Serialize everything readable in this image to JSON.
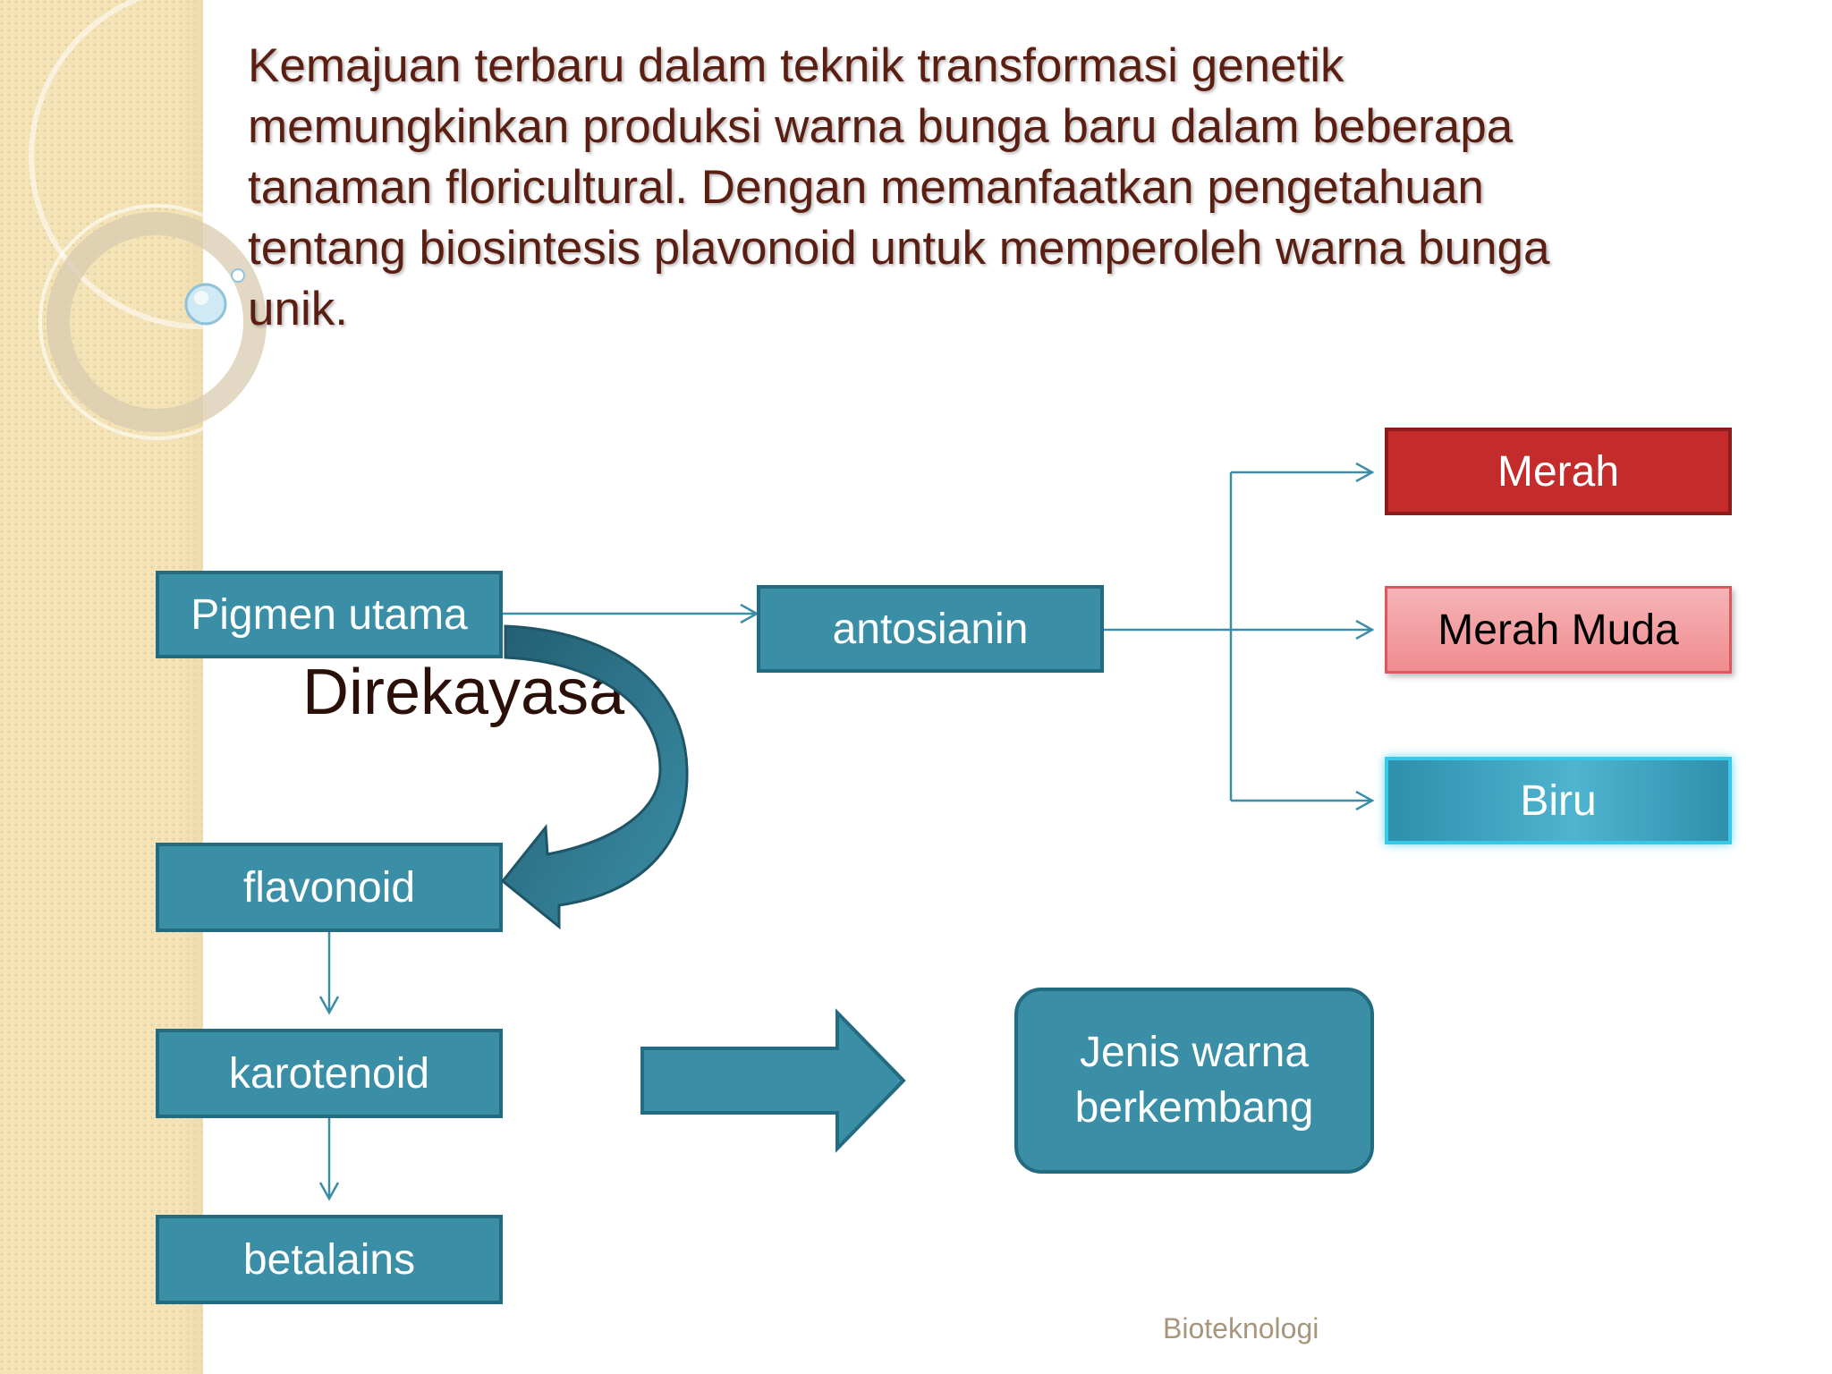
{
  "slide": {
    "title": "Kemajuan terbaru dalam teknik transformasi genetik memungkinkan produksi warna bunga baru dalam beberapa tanaman floricultural. Dengan memanfaatkan pengetahuan tentang biosintesis plavonoid untuk memperoleh warna bunga unik.",
    "footer": "Bioteknologi"
  },
  "diagram": {
    "pigmen_utama": "Pigmen utama",
    "direkayasa": "Direkayasa",
    "flavonoid": "flavonoid",
    "karotenoid": "karotenoid",
    "betalains": "betalains",
    "antosianin": "antosianin",
    "colors": {
      "merah": "Merah",
      "merah_muda": "Merah Muda",
      "biru": "Biru"
    },
    "result": "Jenis warna berkembang"
  },
  "palette": {
    "box_fill": "#3a8ea6",
    "box_border": "#226b80",
    "merah": "#c42b2b",
    "merah_muda": "#f4a4a7",
    "biru": "#3aa2c0",
    "title_text": "#5a1f12"
  }
}
